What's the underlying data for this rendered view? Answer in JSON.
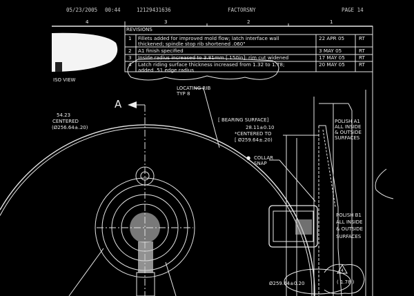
{
  "fax_header": {
    "date": "05/23/2005",
    "time": "00:44",
    "phone": "12129431636",
    "sender": "FACTORSNY",
    "page": "PAGE  14"
  },
  "zone_numbers": [
    "4",
    "3",
    "2",
    "1"
  ],
  "revisions": {
    "title": "REVISIONS",
    "rows": [
      {
        "no": "1",
        "desc": [
          "Fillets added for improved mold flow; latch interface wall",
          "thickened; spindle stop rib shortened .060\""
        ],
        "date": "22 APR 05",
        "by": "RT"
      },
      {
        "no": "2",
        "desc": [
          "A1 finish specified"
        ],
        "date": "3 MAY 05",
        "by": "RT"
      },
      {
        "no": "3",
        "desc": [
          "Inside radius increased to 3.81mm [.150in]; rim cut widened"
        ],
        "date": "17 MAY 05",
        "by": "RT"
      },
      {
        "no": "4",
        "desc": [
          "Latch riding surface thickness increased from 1.32 to 1.78;",
          "added .51 edge radius"
        ],
        "date": "20 MAY 05",
        "by": "RT"
      }
    ]
  },
  "labels": {
    "iso_view": "ISO VIEW",
    "section_a": "A",
    "locating_rib": [
      "LOCATING RIB",
      "TYP 8"
    ],
    "left_dim": [
      "54.23",
      "CENTERED",
      "(Ø256.64±.20)"
    ],
    "bearing": [
      "[ BEARING SURFACE]",
      "28.11±0.10",
      "*CENTERED TO",
      "[ Ø259.64±.20)"
    ],
    "collar_snap": [
      "COLLAR",
      "SNAP"
    ],
    "polish_a1": [
      "POLISH A1",
      "ALL INSIDE",
      "& OUTSIDE",
      "SURFACES"
    ],
    "polish_b1": [
      "POLISH B1",
      "ALL INSIDE",
      "& OUTSIDE",
      "SURFACES"
    ],
    "bottom_dim": "Ø259.64±0.20",
    "rev_flag": "4",
    "rev_dim": "( 1.78 )"
  }
}
